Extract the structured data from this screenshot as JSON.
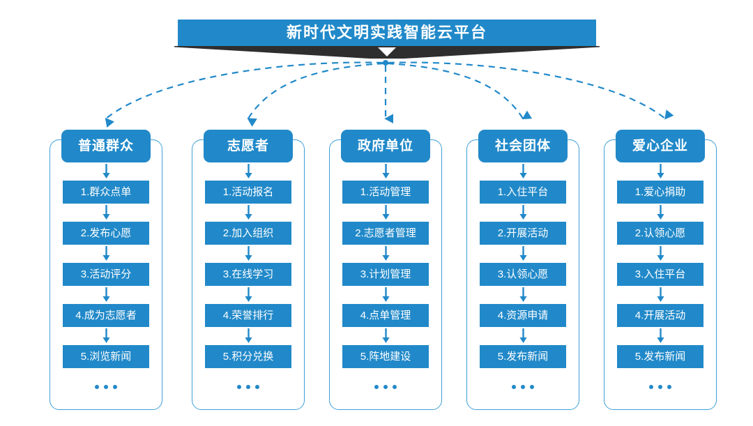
{
  "title": {
    "text": "新时代文明实践智能云平台",
    "bar_color": "#2189c9",
    "shadow_color": "#2e2e2e",
    "chevron_icon": "chevron-down-icon"
  },
  "theme": {
    "accent": "#2189c9",
    "panel_border": "#3e9fd8",
    "connector": "#2189c9",
    "background": "#ffffff",
    "text_on_accent": "#ffffff"
  },
  "connectors": {
    "style": "dashed",
    "origin_label": "platform-hub",
    "count": 5
  },
  "columns": [
    {
      "header": "普通群众",
      "steps": [
        "1.群众点单",
        "2.发布心愿",
        "3.活动评分",
        "4.成为志愿者",
        "5.浏览新闻"
      ],
      "more": "•••"
    },
    {
      "header": "志愿者",
      "steps": [
        "1.活动报名",
        "2.加入组织",
        "3.在线学习",
        "4.荣誉排行",
        "5.积分兑换"
      ],
      "more": "•••"
    },
    {
      "header": "政府单位",
      "steps": [
        "1.活动管理",
        "2.志愿者管理",
        "3.计划管理",
        "4.点单管理",
        "5.阵地建设"
      ],
      "more": "•••"
    },
    {
      "header": "社会团体",
      "steps": [
        "1.入住平台",
        "2.开展活动",
        "3.认领心愿",
        "4.资源申请",
        "5.发布新闻"
      ],
      "more": "•••"
    },
    {
      "header": "爱心企业",
      "steps": [
        "1.爱心捐助",
        "2.认领心愿",
        "3.入住平台",
        "4.开展活动",
        "5.发布新闻"
      ],
      "more": "•••"
    }
  ]
}
